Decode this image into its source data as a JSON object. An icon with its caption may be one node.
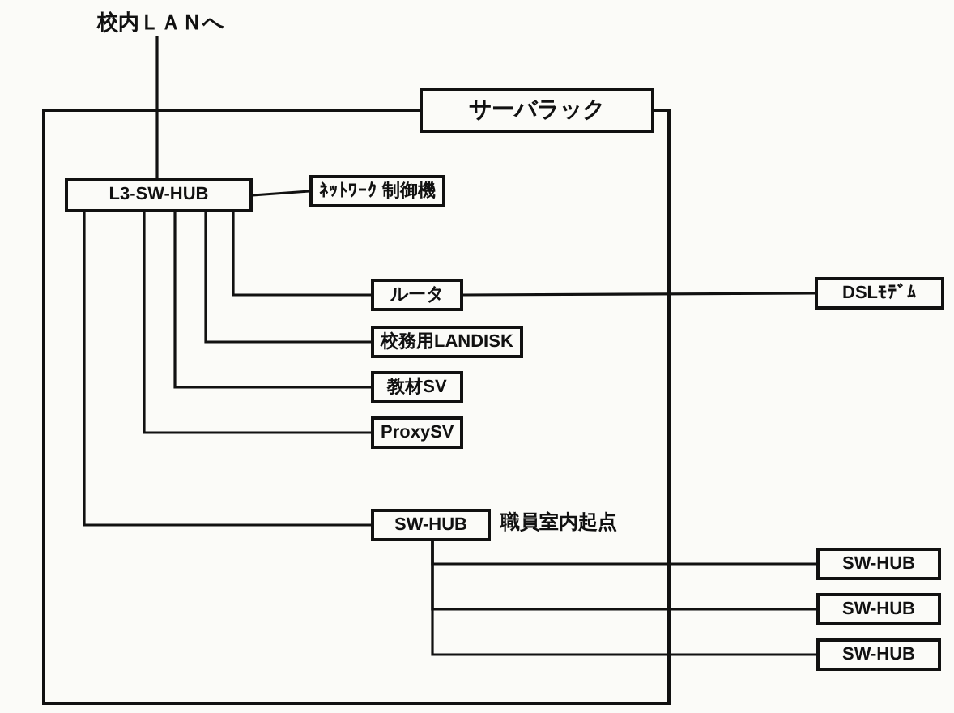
{
  "diagram": {
    "nodes": [
      {
        "text": [
          "サーバラック"
        ]
      },
      {
        "text": [
          "校内ＬＡＮへ"
        ]
      },
      {
        "text": [
          "L3-SW-HUB"
        ],
        "in": 0
      },
      {
        "text": [
          "ﾈｯﾄﾜｰｸ 制御機"
        ],
        "in": 0
      },
      {
        "text": [
          "ルータ"
        ],
        "in": 0
      },
      {
        "text": [
          "DSLﾓﾃﾞﾑ"
        ]
      },
      {
        "text": [
          "校務用LANDISK"
        ],
        "in": 0
      },
      {
        "text": [
          "教材SV"
        ],
        "in": 0
      },
      {
        "text": [
          "ProxySV"
        ],
        "in": 0
      },
      {
        "text": [
          "SW-HUB"
        ],
        "beside": [
          "職員室内起点"
        ],
        "in": 0
      },
      {
        "text": [
          "SW-HUB"
        ]
      },
      {
        "text": [
          "SW-HUB"
        ]
      },
      {
        "text": [
          "SW-HUB"
        ]
      }
    ],
    "edges": [
      {
        "from": 1,
        "to": 2,
        "arrow": "none"
      },
      {
        "from": 2,
        "to": 3,
        "arrow": "none"
      },
      {
        "from": 2,
        "to": 4,
        "arrow": "none"
      },
      {
        "from": 4,
        "to": 5,
        "arrow": "none"
      },
      {
        "from": 2,
        "to": 6,
        "arrow": "none"
      },
      {
        "from": 2,
        "to": 7,
        "arrow": "none"
      },
      {
        "from": 2,
        "to": 8,
        "arrow": "none"
      },
      {
        "from": 2,
        "to": 9,
        "arrow": "none"
      },
      {
        "from": 9,
        "to": 10,
        "arrow": "none"
      },
      {
        "from": 9,
        "to": 11,
        "arrow": "none"
      },
      {
        "from": 9,
        "to": 12,
        "arrow": "none"
      }
    ]
  }
}
